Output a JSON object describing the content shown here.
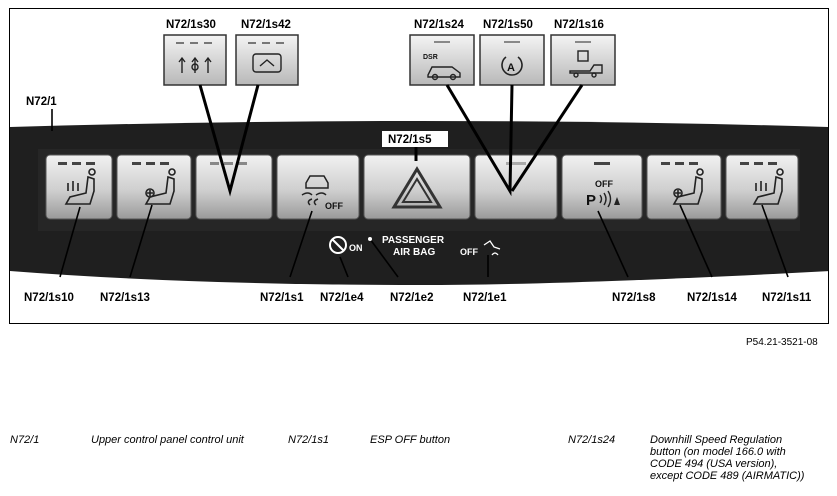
{
  "labels": {
    "n72_1": "N72/1",
    "s30": "N72/1s30",
    "s42": "N72/1s42",
    "s24": "N72/1s24",
    "s50": "N72/1s50",
    "s16": "N72/1s16",
    "s5": "N72/1s5",
    "s10": "N72/1s10",
    "s13": "N72/1s13",
    "s1": "N72/1s1",
    "e4": "N72/1e4",
    "e2": "N72/1e2",
    "e1": "N72/1e1",
    "s8": "N72/1s8",
    "s14": "N72/1s14",
    "s11": "N72/1s11"
  },
  "panel": {
    "passenger": "PASSENGER",
    "airbag": "AIR BAG",
    "on": "ON",
    "off_left": "OFF",
    "esp_off": "OFF",
    "parktronic_off": "OFF",
    "dsr": "DSR"
  },
  "figure_ref": "P54.21-3521-08",
  "legend": [
    {
      "code": "N72/1",
      "desc": "Upper control panel control unit"
    },
    {
      "code": "N72/1s1",
      "desc": "ESP OFF button"
    },
    {
      "code": "N72/1s24",
      "desc_lines": [
        "Downhill Speed Regulation",
        "button (on model 166.0 with",
        "CODE 494 (USA version),",
        "except CODE 489 (AIRMATIC))"
      ]
    }
  ],
  "icons": [
    "seat-heat-icon",
    "seat-ventilation-icon",
    "rear-window-heat-icon",
    "rear-blind-icon",
    "esp-car-icon",
    "hazard-triangle-icon",
    "dsr-car-icon",
    "eco-start-stop-icon",
    "trailer-icon",
    "parktronic-icon",
    "airbag-disabled-icon",
    "passenger-airbag-icon"
  ]
}
